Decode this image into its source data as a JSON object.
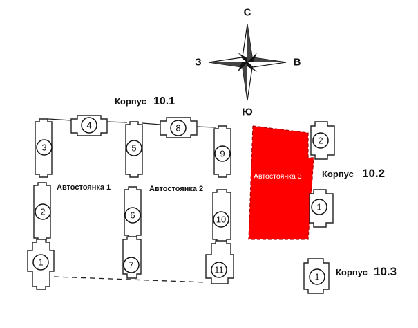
{
  "compass": {
    "north": "С",
    "south": "Ю",
    "west": "З",
    "east": "В"
  },
  "korpus_prefix": "Корпус",
  "groups": [
    {
      "id": "10.1",
      "label_number": "10.1"
    },
    {
      "id": "10.2",
      "label_number": "10.2"
    },
    {
      "id": "10.3",
      "label_number": "10.3"
    }
  ],
  "parking": [
    {
      "label": "Автостоянка 1"
    },
    {
      "label": "Автостоянка 2"
    },
    {
      "label": "Автостоянка 3",
      "highlighted": true
    }
  ],
  "buildings_10_1": [
    "1",
    "2",
    "3",
    "4",
    "5",
    "6",
    "7",
    "8",
    "9",
    "10",
    "11"
  ],
  "buildings_10_2": [
    "1",
    "2"
  ],
  "buildings_10_3": [
    "1"
  ],
  "colors": {
    "highlight": "#ff0000",
    "outline": "#222222",
    "background": "#ffffff"
  }
}
